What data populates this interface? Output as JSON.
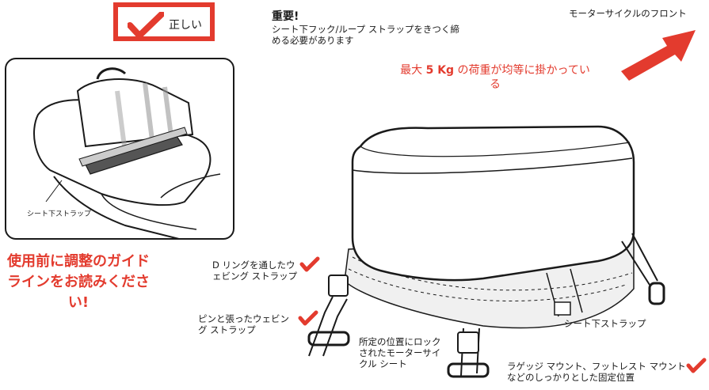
{
  "correct_badge": {
    "label": "正しい"
  },
  "important": {
    "title": "重要!",
    "text": "シート下フック/ループ ストラップをきつく締める必要があります"
  },
  "front": {
    "label": "モーターサイクルのフロント"
  },
  "max_load": {
    "pre": "最大 ",
    "value": "5 Kg",
    "post": " の荷重が均等に掛かっている"
  },
  "inset": {
    "label": "シート下ストラップ"
  },
  "guidelines": {
    "text": "使用前に調整のガイドラインをお読みください!"
  },
  "callouts": {
    "dring": "D リングを通したウェビング ストラップ",
    "taut": "ピンと張ったウェビング ストラップ",
    "locked": "所定の位置にロックされたモーターサイクル シート",
    "under_seat": "シート下ストラップ",
    "mount": "ラゲッジ マウント、フットレスト マウントなどのしっかりとした固定位置"
  },
  "colors": {
    "accent_red": "#e33b2e",
    "line": "#1a1a1a",
    "shade": "#e6e6e6"
  },
  "icons": [
    "check-icon",
    "front-arrow-icon"
  ]
}
